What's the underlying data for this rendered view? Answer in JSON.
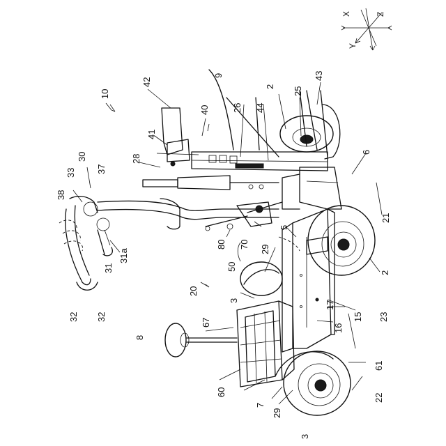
{
  "axes_labels": {
    "x": "X",
    "y": "Y",
    "z": "Z"
  },
  "labels": {
    "10": "10",
    "20": "20",
    "30": "30",
    "40": "40",
    "2a": "2",
    "2b": "2",
    "3a": "3",
    "3b": "3",
    "5": "5",
    "6": "6",
    "7": "7",
    "8": "8",
    "9": "9",
    "15": "15",
    "16": "16",
    "17": "17",
    "21": "21",
    "22": "22",
    "23": "23",
    "25": "25",
    "26": "26",
    "28": "28",
    "29a": "29",
    "29b": "29",
    "31": "31",
    "31a": "31a",
    "32a": "32",
    "32b": "32",
    "33": "33",
    "37": "37",
    "38": "38",
    "41": "41",
    "42": "42",
    "43": "43",
    "44": "44",
    "50": "50",
    "60": "60",
    "61": "61",
    "67": "67",
    "70": "70",
    "80": "80"
  }
}
